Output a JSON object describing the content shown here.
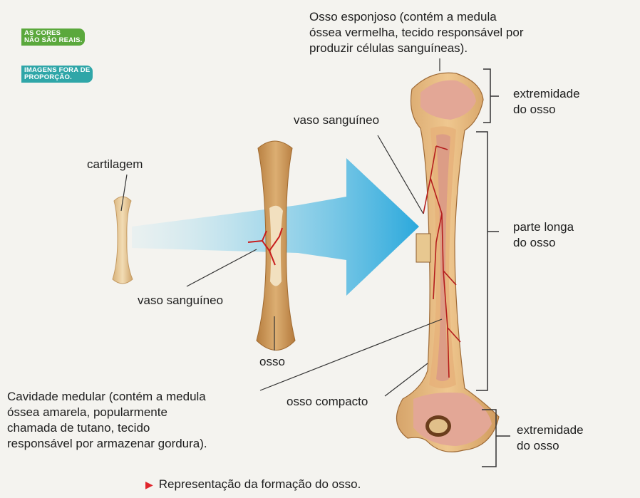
{
  "badges": {
    "colors_line1": "AS CORES",
    "colors_line2": "NÃO SÃO REAIS.",
    "proportion_line1": "IMAGENS FORA DE",
    "proportion_line2": "PROPORÇÃO."
  },
  "labels": {
    "spongy_line1": "Osso esponjoso (contém a medula",
    "spongy_line2": "óssea vermelha, tecido responsável por",
    "spongy_line3": "produzir células sanguíneas).",
    "extremity_top_line1": "extremidade",
    "extremity_top_line2": "do osso",
    "blood_vessel_right": "vaso sanguíneo",
    "cartilage": "cartilagem",
    "long_part_line1": "parte longa",
    "long_part_line2": "do osso",
    "blood_vessel_left": "vaso sanguíneo",
    "bone": "osso",
    "marrow_line1": "Cavidade medular (contém a medula",
    "marrow_line2": "óssea amarela, popularmente",
    "marrow_line3": "chamada de tutano, tecido",
    "marrow_line4": "responsável por armazenar gordura).",
    "compact_bone": "osso compacto",
    "extremity_bottom_line1": "extremidade",
    "extremity_bottom_line2": "do osso"
  },
  "caption": "Representação da formação do osso.",
  "colors": {
    "badge_green": "#5aa83c",
    "badge_teal": "#2fa6a8",
    "arrow_blue": "#3fb6e0",
    "cartilage": "#e7c99a",
    "bone_tan": "#cf9a5c",
    "bone_pink": "#e3a796",
    "vessel_red": "#b51d1d",
    "caption_marker": "#e0242b"
  }
}
